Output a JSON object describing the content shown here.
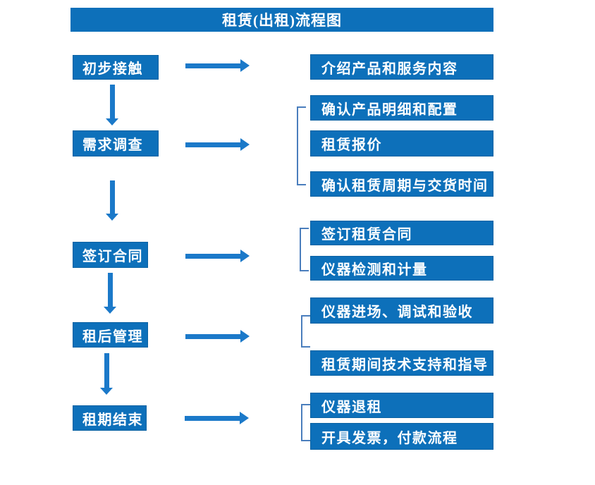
{
  "title": "租赁(出租)流程图",
  "colors": {
    "box": "#0d70ba",
    "arrow": "#1b79c9",
    "bracket": "#4a7ebd",
    "text_on_box": "#ffffff",
    "background": "#ffffff"
  },
  "chart_data": {
    "type": "table",
    "title": "租赁(出租)流程图",
    "note": "flowchart: each step flows downward; each step points right to its detail tasks"
  },
  "steps": [
    {
      "label": "初步接触",
      "details": [
        "介绍产品和服务内容"
      ]
    },
    {
      "label": "需求调查",
      "details": [
        "确认产品明细和配置",
        "租赁报价",
        "确认租赁周期与交货时间"
      ]
    },
    {
      "label": "签订合同",
      "details": [
        "签订租赁合同",
        "仪器检测和计量"
      ]
    },
    {
      "label": "租后管理",
      "details": [
        "仪器进场、调试和验收",
        "租赁期间技术支持和指导"
      ]
    },
    {
      "label": "租期结束",
      "details": [
        "仪器退租",
        "开具发票，付款流程"
      ]
    }
  ]
}
